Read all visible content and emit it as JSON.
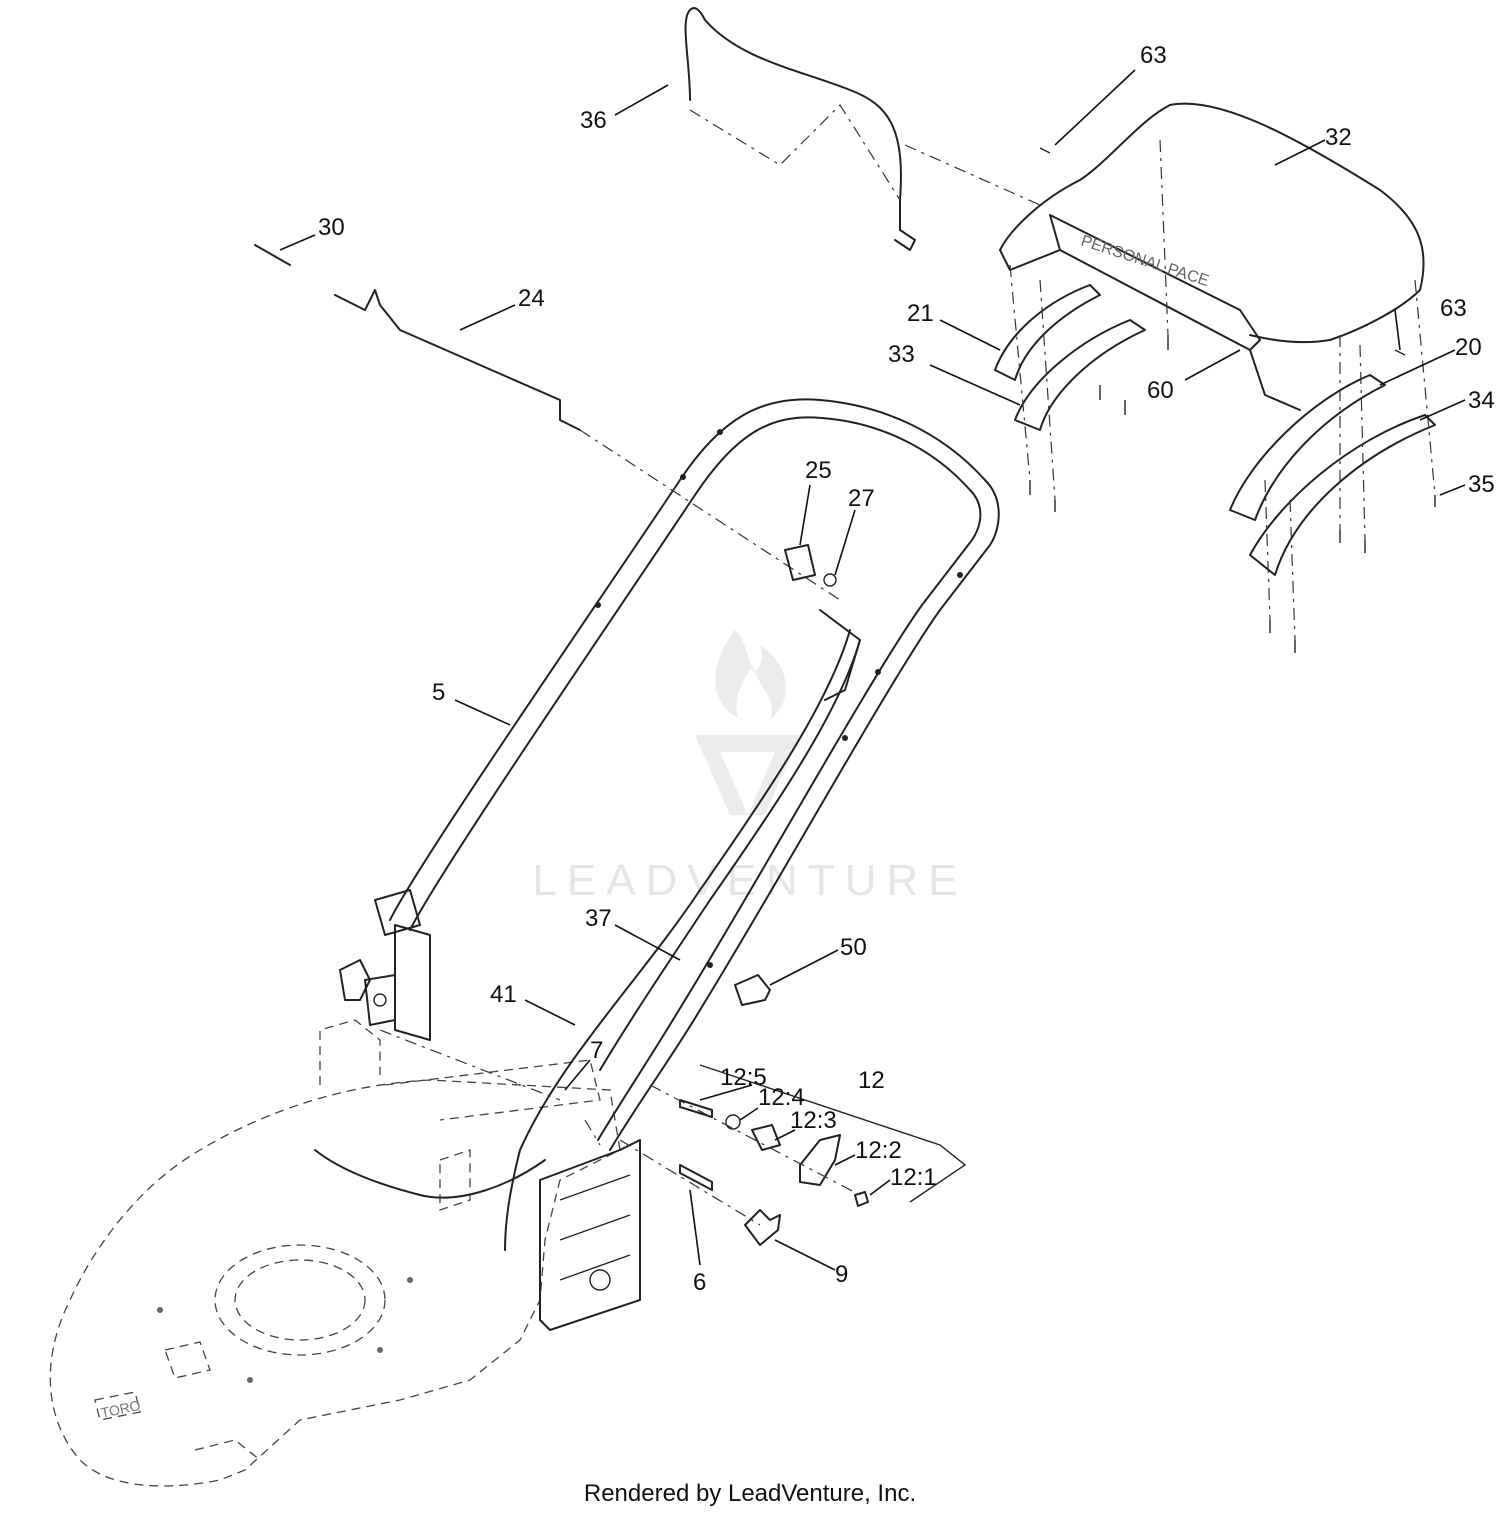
{
  "watermark": {
    "text": "LEADVENTURE"
  },
  "footer": {
    "text": "Rendered by LeadVenture, Inc."
  },
  "callouts": {
    "c63a": "63",
    "c36": "36",
    "c32": "32",
    "c30": "30",
    "c24": "24",
    "c21": "21",
    "c63b": "63",
    "c33": "33",
    "c60": "60",
    "c20": "20",
    "c34": "34",
    "c25": "25",
    "c27": "27",
    "c35": "35",
    "c5": "5",
    "c37": "37",
    "c50": "50",
    "c41": "41",
    "c7": "7",
    "c12": "12",
    "c12_5": "12:5",
    "c12_4": "12:4",
    "c12_3": "12:3",
    "c12_2": "12:2",
    "c12_1": "12:1",
    "c6": "6",
    "c9": "9"
  }
}
